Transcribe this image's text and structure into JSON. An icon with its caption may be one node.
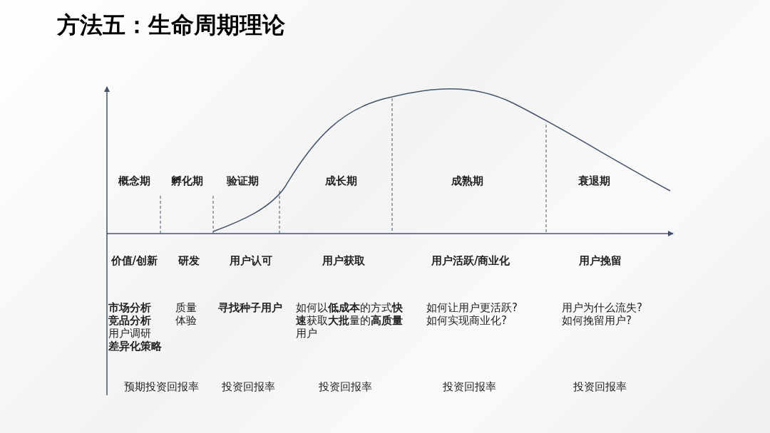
{
  "diagram": {
    "title": "方法五：生命周期理论",
    "labels": [
      "概念期",
      "孵化期",
      "验证期",
      "成长期",
      "成熟期",
      "衰退期",
      "价值/创新",
      "研发",
      "用户认可",
      "用户获取",
      "用户活跃/商业化",
      "用户挽留",
      "市场分析",
      "竞品分析",
      "用户调研",
      "差异化策略",
      "质量",
      "体验",
      "寻找种子用户",
      "如何以**低成本**的方式**快速**获取**大批**量的**高质量**用户",
      "如何让用户更活跃?",
      "如何实现商业化?",
      "用户为什么流失?",
      "如何挽留用户?",
      "预期投资回报率",
      "投资回报率",
      "投资回报率",
      "投资回报率",
      "投资回报率"
    ]
  }
}
